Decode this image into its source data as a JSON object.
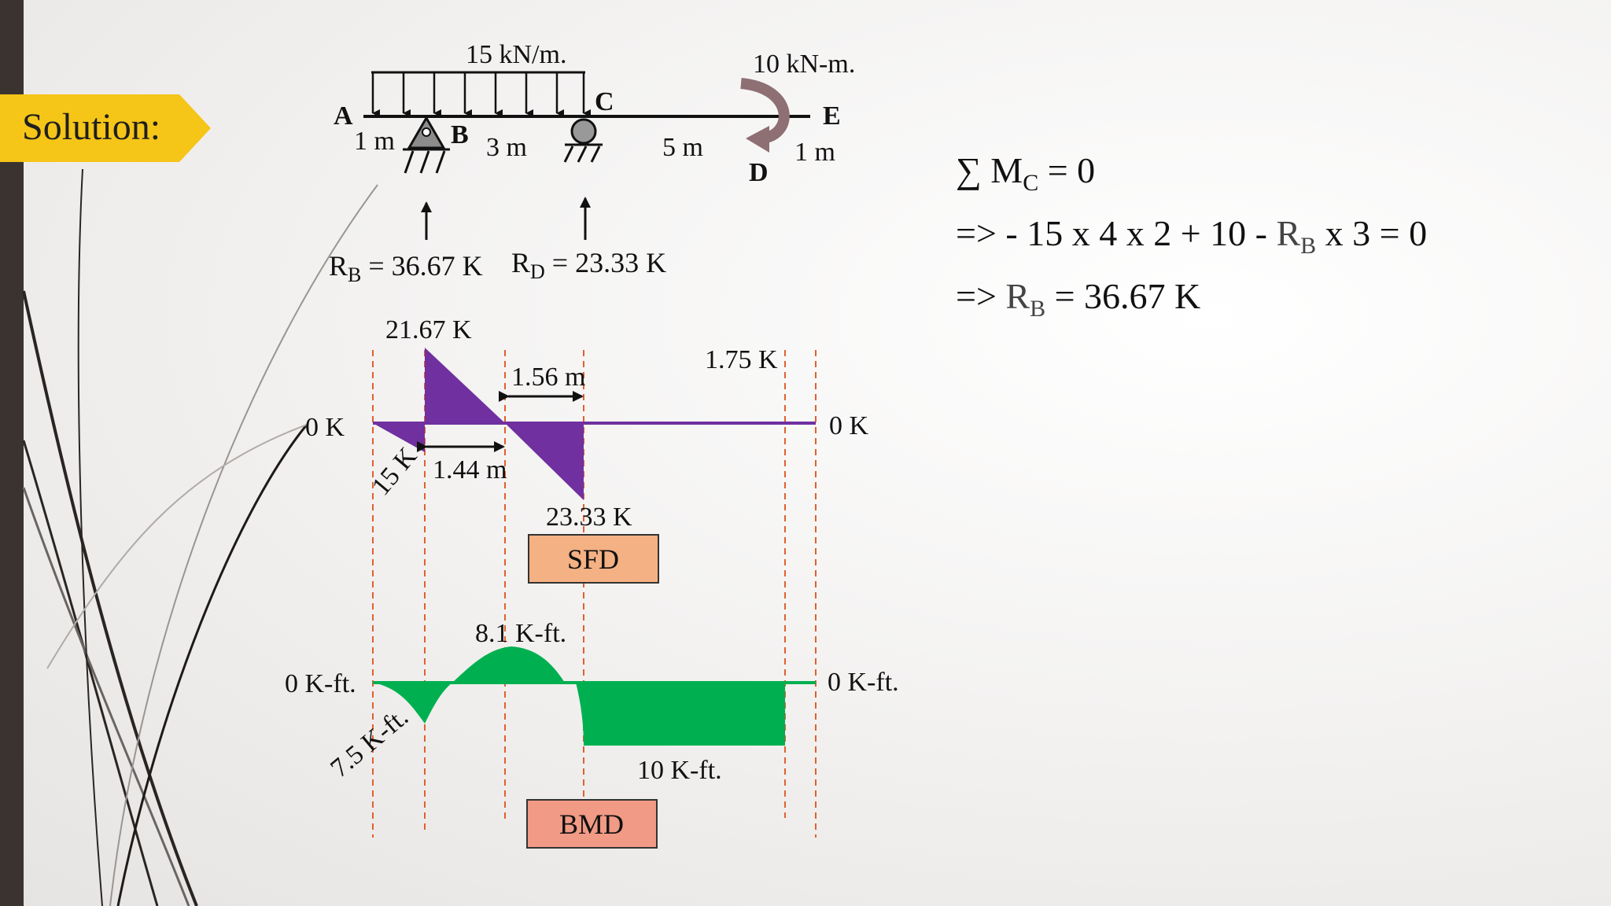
{
  "slide": {
    "heading": "Solution:",
    "colors": {
      "tag": "#f5c518",
      "sfd_fill": "#7030a0",
      "bmd_fill": "#00b050",
      "sfd_box": "#f4b183",
      "bmd_box": "#f19a85",
      "guide": "#e06030"
    }
  },
  "beam": {
    "udl_label": "15 kN/m.",
    "moment_label": "10 kN-m.",
    "points": {
      "a": "A",
      "b": "B",
      "c": "C",
      "d": "D",
      "e": "E"
    },
    "spans": {
      "ab": "1 m",
      "bc": "3 m",
      "cd": "5 m",
      "de": "1 m"
    },
    "reactions": {
      "rb": {
        "sym": "R",
        "sub": "B",
        "value": " = 36.67 K"
      },
      "rd": {
        "sym": "R",
        "sub": "D",
        "value": " = 23.33 K"
      }
    }
  },
  "sfd": {
    "title": "SFD",
    "zero_left": "0 K",
    "zero_right": "0 K",
    "max_label": "21.67 K",
    "min_label": "23.33 K",
    "neg_label": "15 K",
    "dist_1": "1.56 m",
    "dist_2": "1.44 m",
    "right_label": "1.75 K"
  },
  "bmd": {
    "title": "BMD",
    "zero_left": "0 K-ft.",
    "zero_right": "0 K-ft.",
    "max_label": "8.1 K-ft.",
    "neg_left_label": "7.5 K-ft.",
    "neg_right_label": "10 K-ft."
  },
  "equations": {
    "line1": {
      "sigma": "∑ M",
      "sub": "C",
      "rest": " = 0"
    },
    "line2": {
      "pre": "=> - 15 x 4 x 2 + 10 - ",
      "sym": "R",
      "sub": "B",
      "post": " x 3 = 0"
    },
    "line3": {
      "pre": "=> ",
      "sym": "R",
      "sub": "B",
      "post": " = 36.67 K"
    }
  }
}
